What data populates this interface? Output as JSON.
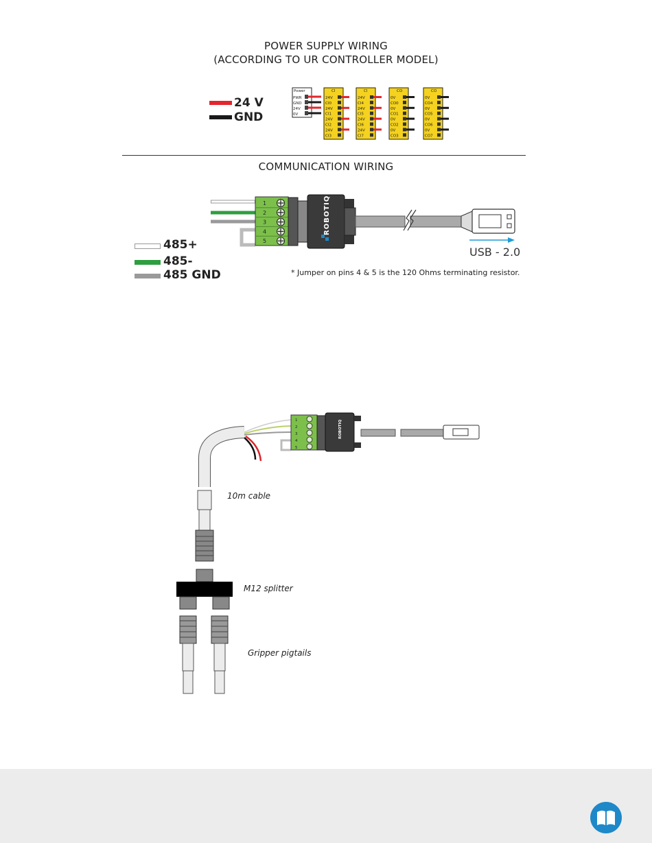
{
  "power": {
    "title1": "POWER SUPPLY WIRING",
    "title2": "(ACCORDING TO UR CONTROLLER MODEL)",
    "legend_24v": "24 V",
    "legend_gnd": "GND",
    "power_block": {
      "header": "Power",
      "rows": [
        "PWR",
        "GND",
        "24V",
        "0V"
      ]
    },
    "blocks": [
      {
        "header": "CI",
        "rows": [
          "24V",
          "CI0",
          "24V",
          "CI1",
          "24V",
          "CI2",
          "24V",
          "CI3"
        ]
      },
      {
        "header": "CI",
        "rows": [
          "24V",
          "CI4",
          "24V",
          "CI5",
          "24V",
          "CI6",
          "24V",
          "CI7"
        ]
      },
      {
        "header": "CO",
        "rows": [
          "0V",
          "CO0",
          "0V",
          "CO1",
          "0V",
          "CO2",
          "0V",
          "CO3"
        ]
      },
      {
        "header": "CO",
        "rows": [
          "0V",
          "CO4",
          "0V",
          "CO5",
          "0V",
          "CO6",
          "0V",
          "CO7"
        ]
      }
    ]
  },
  "comm": {
    "title": "COMMUNICATION  WIRING",
    "pins": [
      "1",
      "2",
      "3",
      "4",
      "5"
    ],
    "brand": "ROBOTIQ",
    "legend": [
      "485+",
      "485-",
      "485 GND"
    ],
    "note": "* Jumper on pins 4 & 5 is the 120 Ohms terminating resistor.",
    "usb_label": "USB - 2.0"
  },
  "cable": {
    "pins": [
      "1",
      "2",
      "3",
      "4",
      "5"
    ],
    "cable_label": "10m cable",
    "splitter_label": "M12 splitter",
    "pigtail_label": "Gripper pigtails"
  },
  "colors": {
    "wire_24v": "#e3262d",
    "wire_gnd": "#1a1a1a",
    "rs485_plus": "#ffffff",
    "rs485_minus": "#2e9e3e",
    "rs485_gnd": "#9a9a9a",
    "terminal_green": "#7cc04b",
    "terminal_yellow": "#f4d21f",
    "usb_arrow": "#1e9cd7",
    "logo_blue": "#1e88c9",
    "footer_bg": "#ececec"
  },
  "icons": [
    "arrow-right-icon",
    "book-icon"
  ]
}
